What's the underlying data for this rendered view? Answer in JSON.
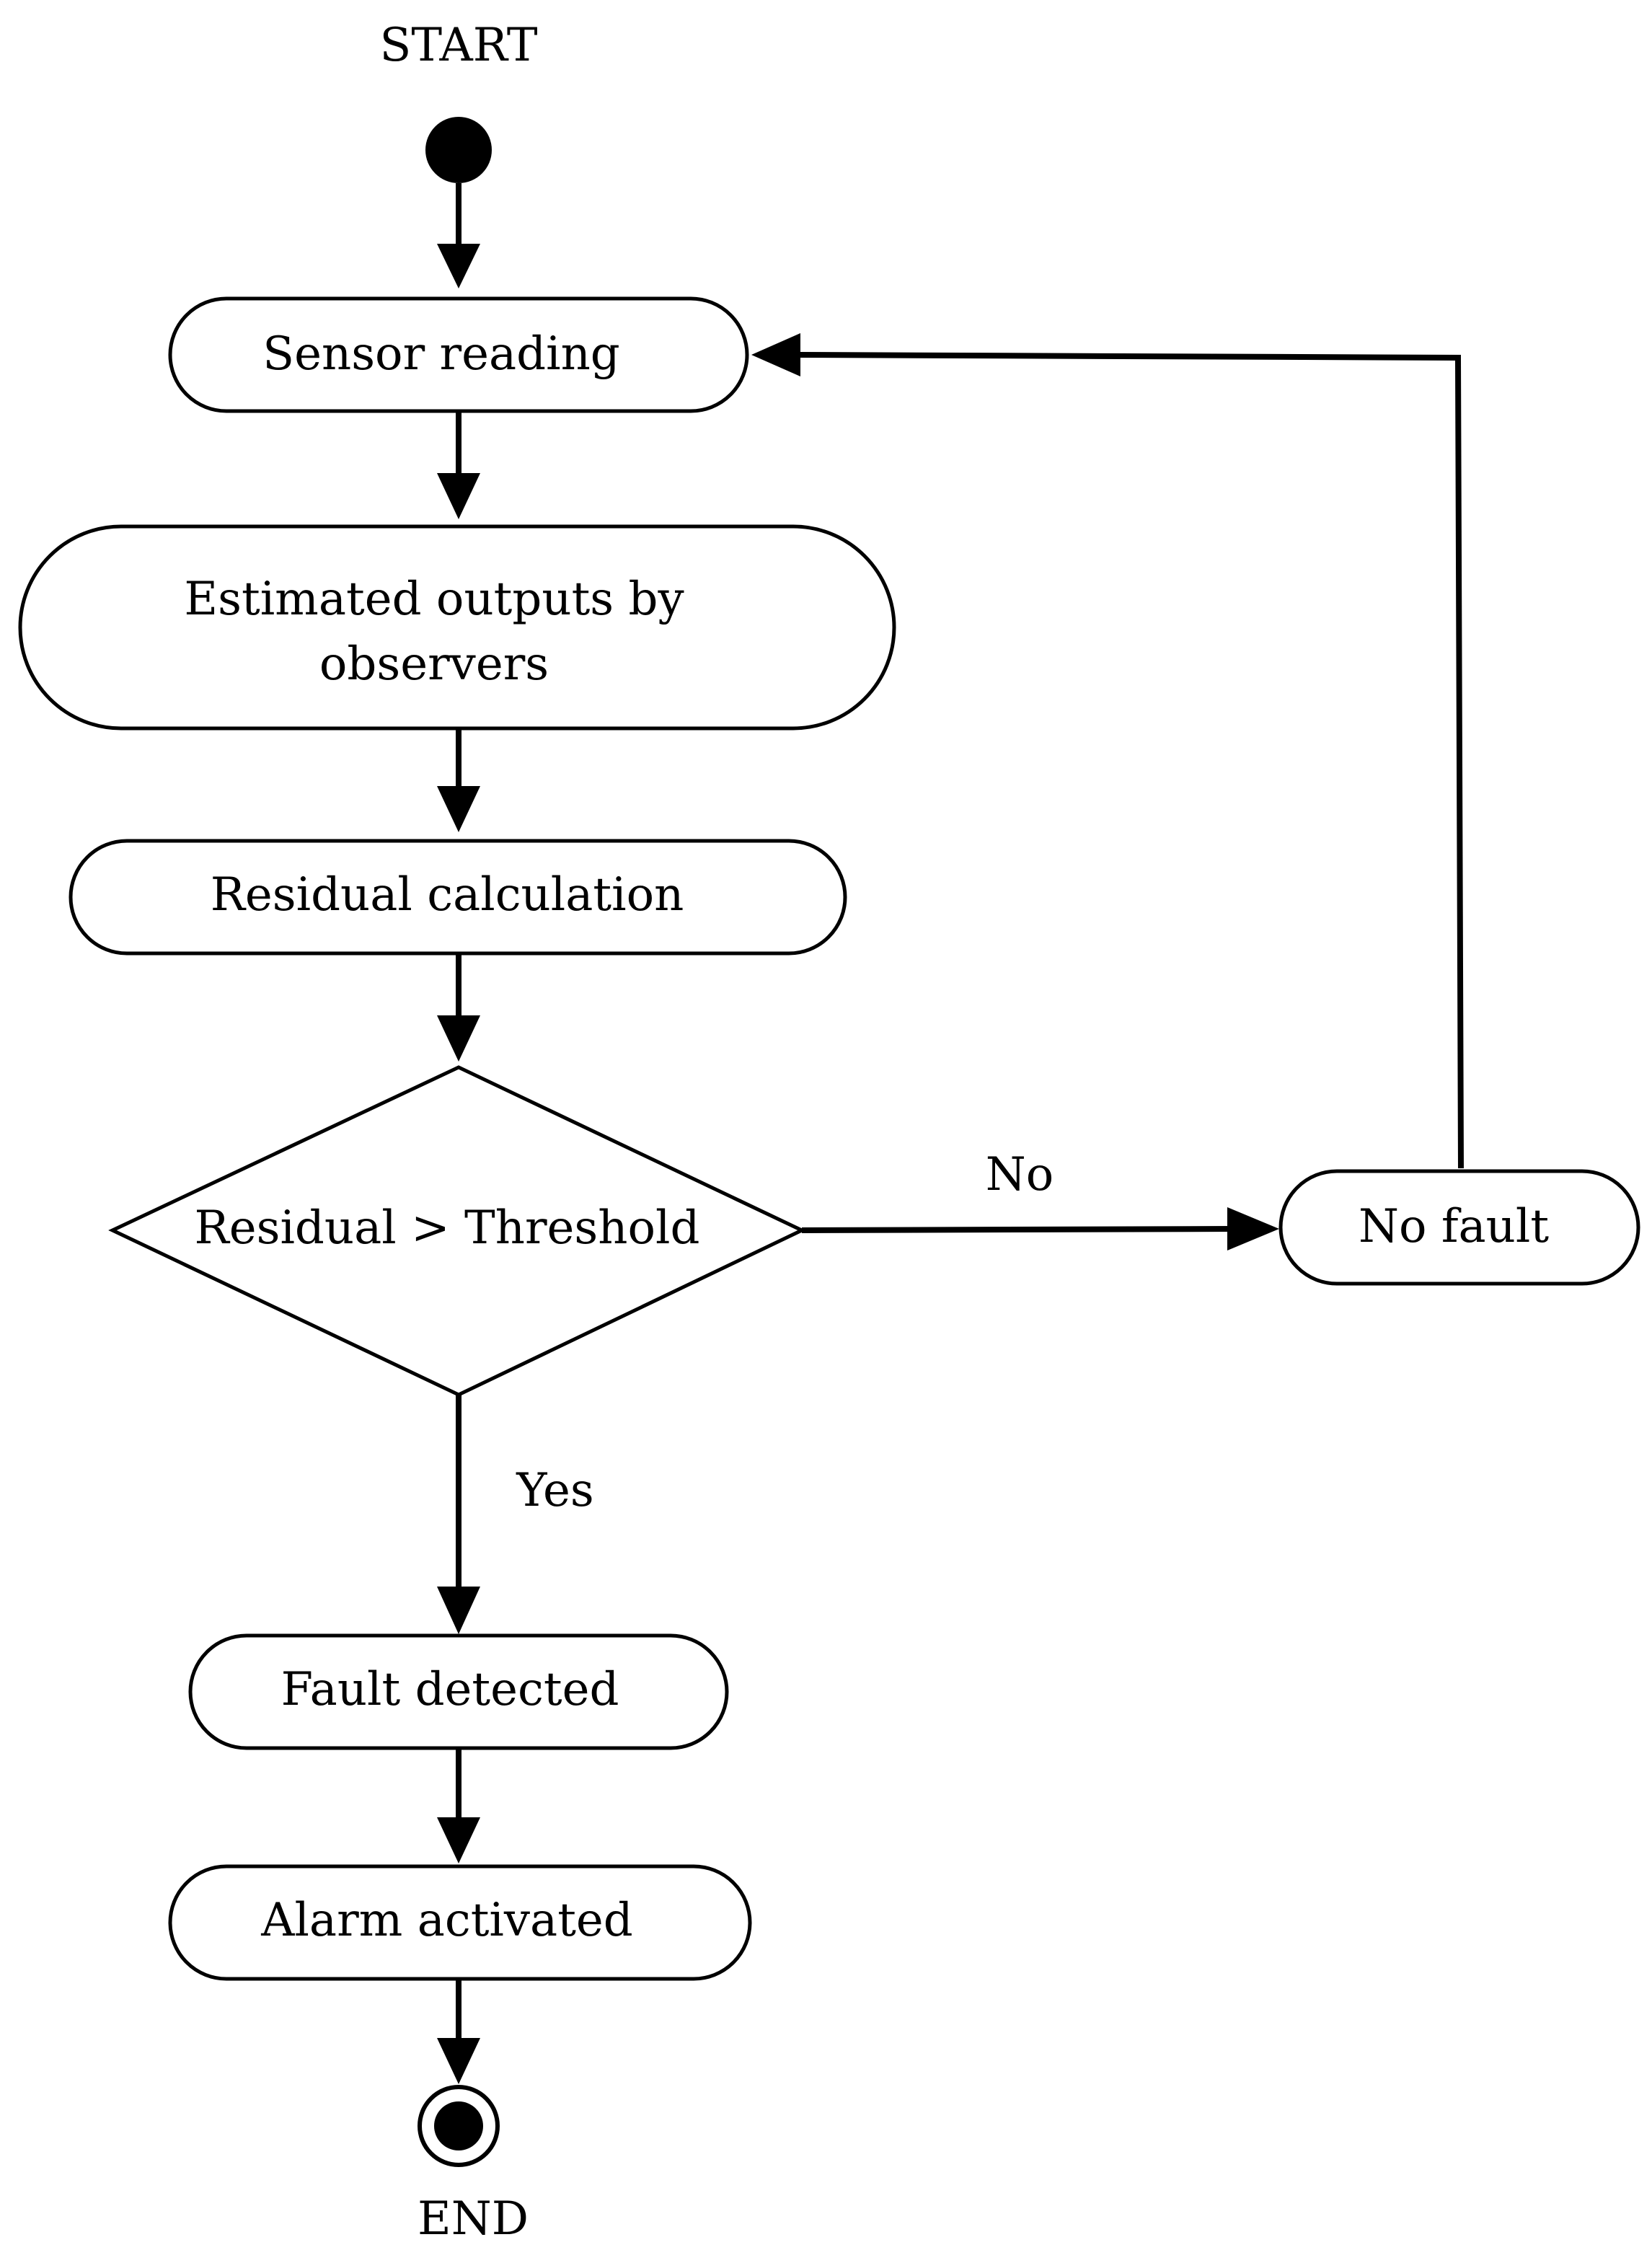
{
  "terminals": {
    "start_label": "START",
    "end_label": "END"
  },
  "nodes": {
    "sensor_reading": "Sensor reading",
    "estimated_outputs_line1": "Estimated outputs by",
    "estimated_outputs_line2": "observers",
    "residual_calculation": "Residual calculation",
    "decision": "Residual > Threshold",
    "no_fault": "No fault",
    "fault_detected": "Fault detected",
    "alarm_activated": "Alarm activated"
  },
  "edges": {
    "no_label": "No",
    "yes_label": "Yes"
  }
}
